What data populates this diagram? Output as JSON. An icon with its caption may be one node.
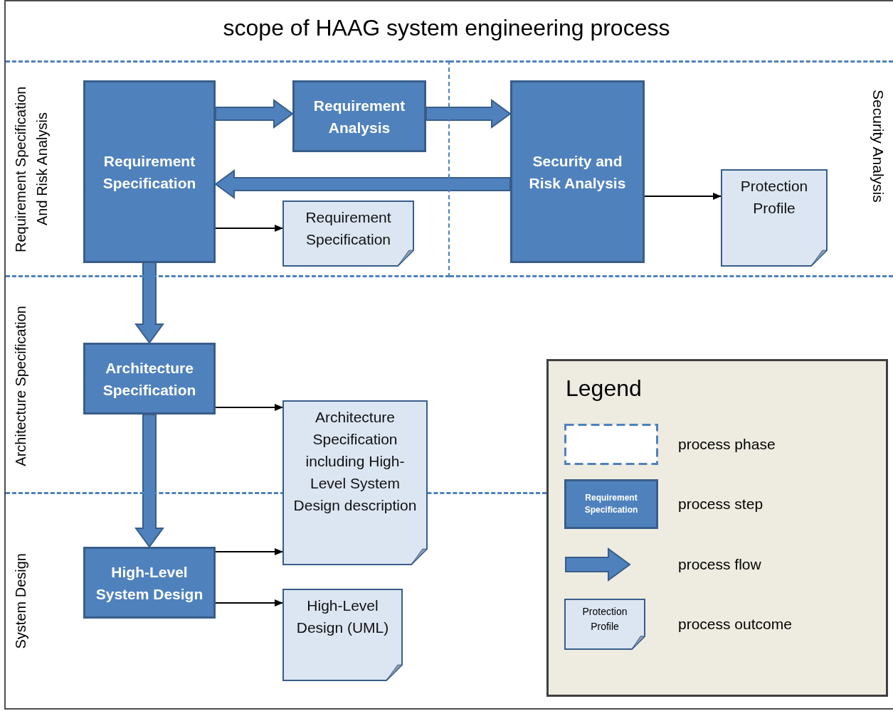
{
  "diagram": {
    "title": "scope of HAAG system engineering process",
    "nodes": [
      {
        "text": [
          "Requirement Specification And Risk Analysis"
        ]
      },
      {
        "text": [
          "Security Analysis"
        ]
      },
      {
        "text": [
          "Architecture Specification"
        ]
      },
      {
        "text": [
          "System Design"
        ]
      },
      {
        "text": [
          "Requirement Specification"
        ],
        "in": 0
      },
      {
        "text": [
          "Requirement Analysis"
        ],
        "in": 0
      },
      {
        "text": [
          "Requirement Specification"
        ],
        "in": 0
      },
      {
        "text": [
          "Security and Risk Analysis"
        ],
        "in": 1
      },
      {
        "text": [
          "Protection Profile"
        ],
        "in": 1
      },
      {
        "text": [
          "Architecture Specification"
        ],
        "in": 2
      },
      {
        "text": [
          "Architecture Specification including High-Level System Design description"
        ]
      },
      {
        "text": [
          "High-Level System Design"
        ],
        "in": 3
      },
      {
        "text": [
          "High-Level Design (UML)"
        ],
        "in": 3
      }
    ],
    "edges": [
      {
        "from": 4,
        "to": 5,
        "arrow": "to",
        "style": "thick",
        "color": "#4f81bd"
      },
      {
        "from": 5,
        "to": 7,
        "arrow": "to",
        "style": "thick",
        "color": "#4f81bd"
      },
      {
        "from": 7,
        "to": 4,
        "arrow": "to",
        "style": "thick",
        "color": "#4f81bd"
      },
      {
        "from": 4,
        "to": 6,
        "arrow": "to"
      },
      {
        "from": 7,
        "to": 8,
        "arrow": "to"
      },
      {
        "from": 4,
        "to": 9,
        "arrow": "to",
        "style": "thick",
        "color": "#4f81bd"
      },
      {
        "from": 9,
        "to": 10,
        "arrow": "to"
      },
      {
        "from": 9,
        "to": 11,
        "arrow": "to",
        "style": "thick",
        "color": "#4f81bd"
      },
      {
        "from": 11,
        "to": 10,
        "arrow": "to"
      },
      {
        "from": 11,
        "to": 12,
        "arrow": "to"
      }
    ],
    "labels": [
      "Legend",
      "Requirement Specification",
      "Protection Profile"
    ],
    "legend": [
      {
        "text": "process phase"
      },
      {
        "text": "process step"
      },
      {
        "text": "process flow"
      },
      {
        "text": "process outcome"
      }
    ]
  }
}
